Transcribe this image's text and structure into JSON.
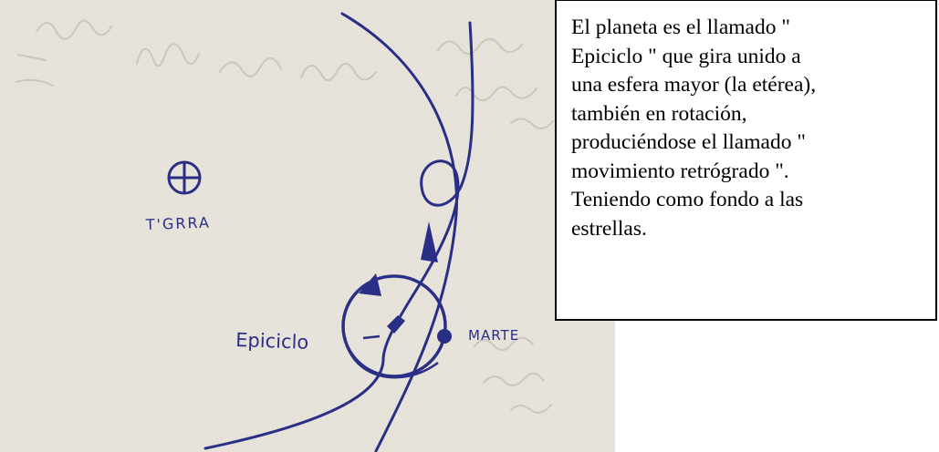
{
  "caption": {
    "text": "El planeta es el llamado \"\nEpiciclo \" que gira unido a\nuna esfera mayor (la etérea),\ntambién en rotación,\nproduciéndose el llamado \"\nmovimiento retrógrado \".\nTeniendo como fondo a las\nestrellas."
  },
  "sketch": {
    "labels": {
      "earth": "T'GRRA",
      "epicycle": "Epiciclo",
      "mars": "MARTE"
    },
    "ink_color": "#2a2f86",
    "paper_color": "#e9e5dd"
  }
}
